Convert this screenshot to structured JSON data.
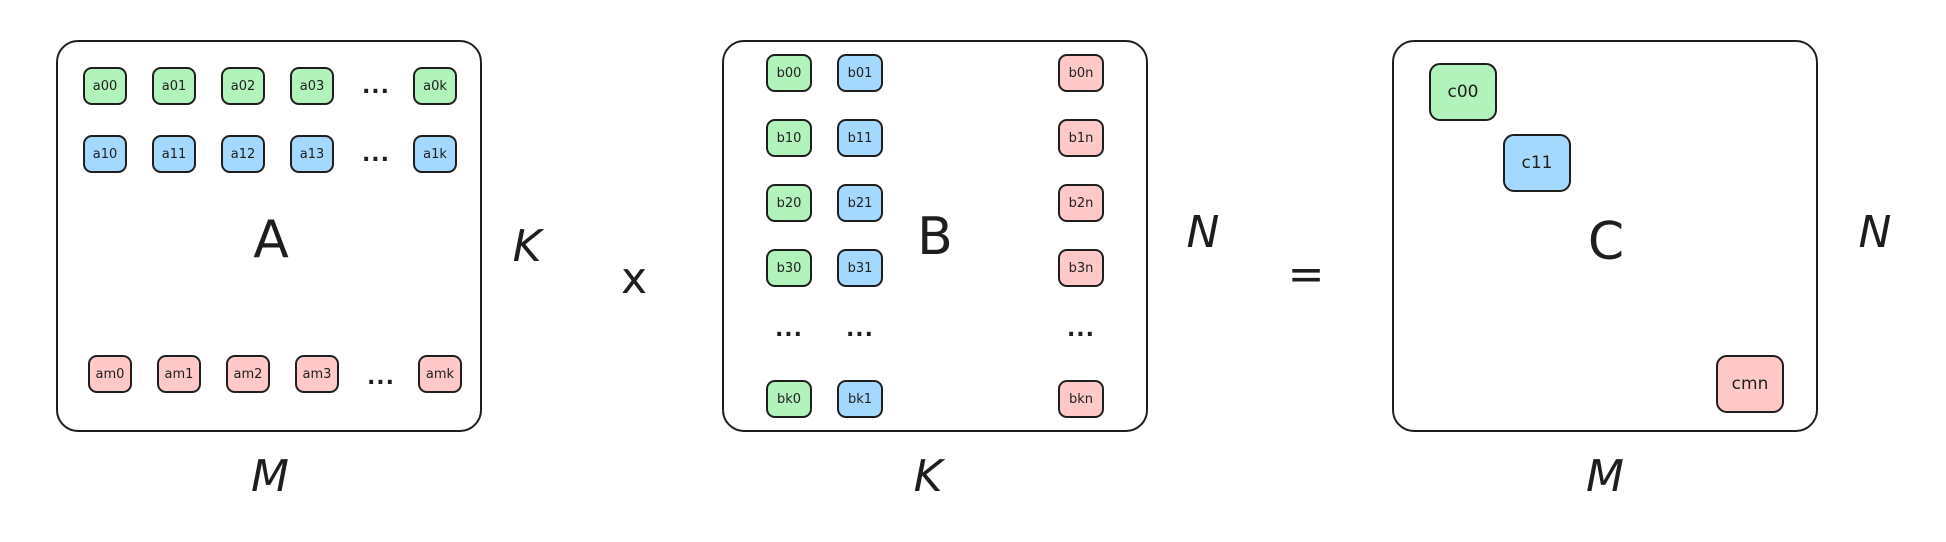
{
  "matrix_a": {
    "name": "A",
    "rows": [
      {
        "color": "green",
        "cells": [
          "a00",
          "a01",
          "a02",
          "a03"
        ],
        "ellipsis": "...",
        "last": "a0k"
      },
      {
        "color": "blue",
        "cells": [
          "a10",
          "a11",
          "a12",
          "a13"
        ],
        "ellipsis": "...",
        "last": "a1k"
      },
      {
        "color": "red",
        "cells": [
          "am0",
          "am1",
          "am2",
          "am3"
        ],
        "ellipsis": "...",
        "last": "amk"
      }
    ],
    "bottom_label": "M",
    "side_label": "K"
  },
  "operator_multiply": "x",
  "matrix_b": {
    "name": "B",
    "columns": [
      {
        "color": "green",
        "cells": [
          "b00",
          "b10",
          "b20",
          "b30"
        ],
        "ellipsis": "...",
        "last": "bk0"
      },
      {
        "color": "blue",
        "cells": [
          "b01",
          "b11",
          "b21",
          "b31"
        ],
        "ellipsis": "...",
        "last": "bk1"
      },
      {
        "color": "red",
        "cells": [
          "b0n",
          "b1n",
          "b2n",
          "b3n"
        ],
        "ellipsis": "...",
        "last": "bkn"
      }
    ],
    "bottom_label": "K",
    "side_label": "N"
  },
  "operator_equals": "=",
  "matrix_c": {
    "name": "C",
    "cells": [
      {
        "color": "green",
        "label": "c00"
      },
      {
        "color": "blue",
        "label": "c11"
      },
      {
        "color": "red",
        "label": "cmn"
      }
    ],
    "bottom_label": "M",
    "side_label": "N"
  },
  "colors": {
    "green": "#b2f2bb",
    "blue": "#a5d8ff",
    "red": "#ffc9c9",
    "stroke": "#1e1e1e"
  }
}
